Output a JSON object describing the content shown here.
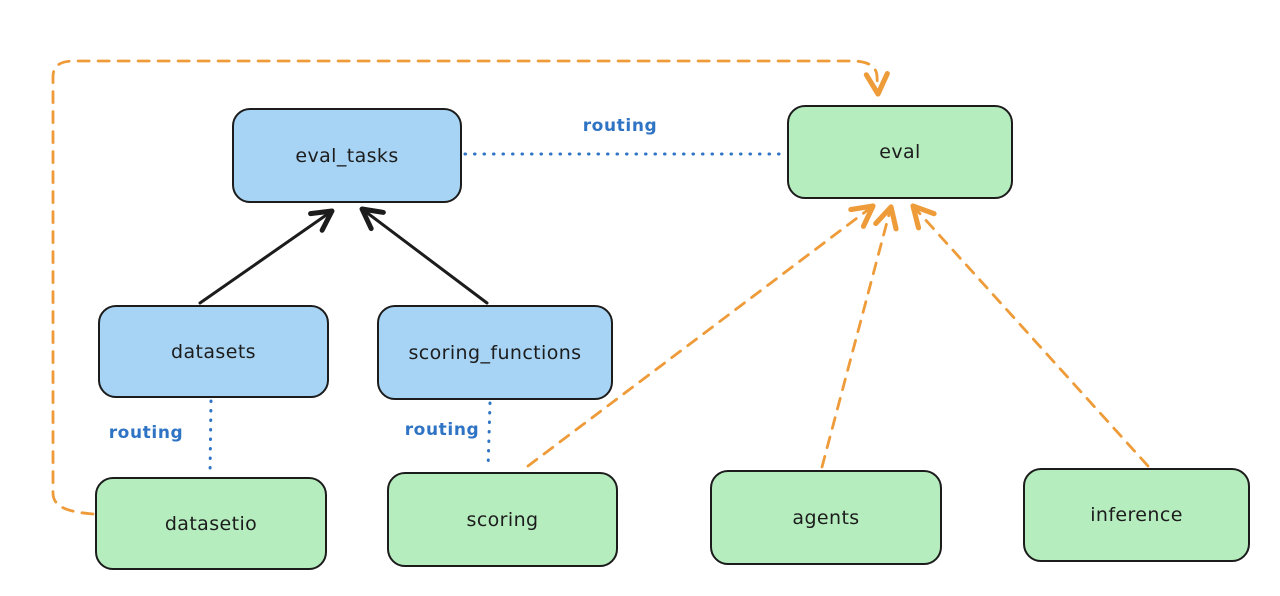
{
  "diagram": {
    "colors": {
      "api_fill": "#a7d4f4",
      "provider_fill": "#b6edbe",
      "stroke": "#1c1c1c",
      "routing_blue": "#2f74c4",
      "dashed_orange": "#ee9b3a"
    },
    "nodes": {
      "eval_tasks": {
        "label": "eval_tasks",
        "kind": "api"
      },
      "eval": {
        "label": "eval",
        "kind": "provider"
      },
      "datasets": {
        "label": "datasets",
        "kind": "api"
      },
      "scoring_functions": {
        "label": "scoring_functions",
        "kind": "api"
      },
      "datasetio": {
        "label": "datasetio",
        "kind": "provider"
      },
      "scoring": {
        "label": "scoring",
        "kind": "provider"
      },
      "agents": {
        "label": "agents",
        "kind": "provider"
      },
      "inference": {
        "label": "inference",
        "kind": "provider"
      }
    },
    "edges": [
      {
        "from": "datasets",
        "to": "eval_tasks",
        "style": "solid-arrow-black"
      },
      {
        "from": "scoring_functions",
        "to": "eval_tasks",
        "style": "solid-arrow-black"
      },
      {
        "from": "eval_tasks",
        "to": "eval",
        "style": "dotted-blue",
        "label": "routing"
      },
      {
        "from": "datasets",
        "to": "datasetio",
        "style": "dotted-blue",
        "label": "routing"
      },
      {
        "from": "scoring_functions",
        "to": "scoring",
        "style": "dotted-blue",
        "label": "routing"
      },
      {
        "from": "datasetio",
        "to": "eval",
        "style": "dashed-arrow-orange"
      },
      {
        "from": "scoring",
        "to": "eval",
        "style": "dashed-arrow-orange"
      },
      {
        "from": "agents",
        "to": "eval",
        "style": "dashed-arrow-orange"
      },
      {
        "from": "inference",
        "to": "eval",
        "style": "dashed-arrow-orange"
      }
    ]
  }
}
